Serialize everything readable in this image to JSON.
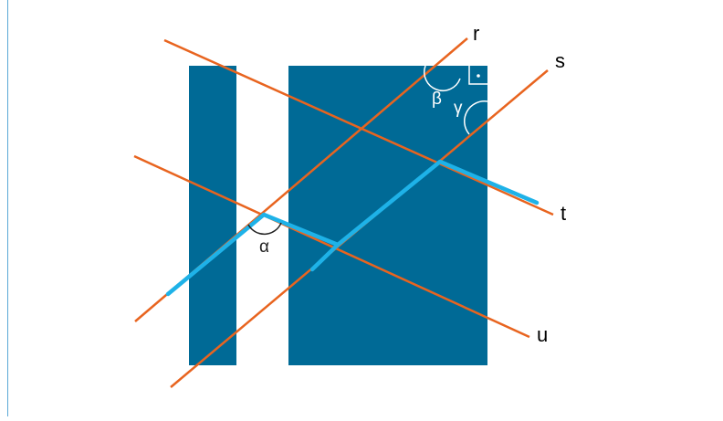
{
  "diagram": {
    "line_labels": {
      "r": "r",
      "s": "s",
      "t": "t",
      "u": "u"
    },
    "angle_labels": {
      "alpha": "α",
      "beta": "β",
      "gamma": "γ"
    },
    "colors": {
      "block": "#006a96",
      "line": "#e8641f",
      "path": "#1eb2e8",
      "angle_arc": "#ffffff",
      "angle_arc_alpha": "#222222",
      "frame_border": "#5aa9d6"
    }
  }
}
